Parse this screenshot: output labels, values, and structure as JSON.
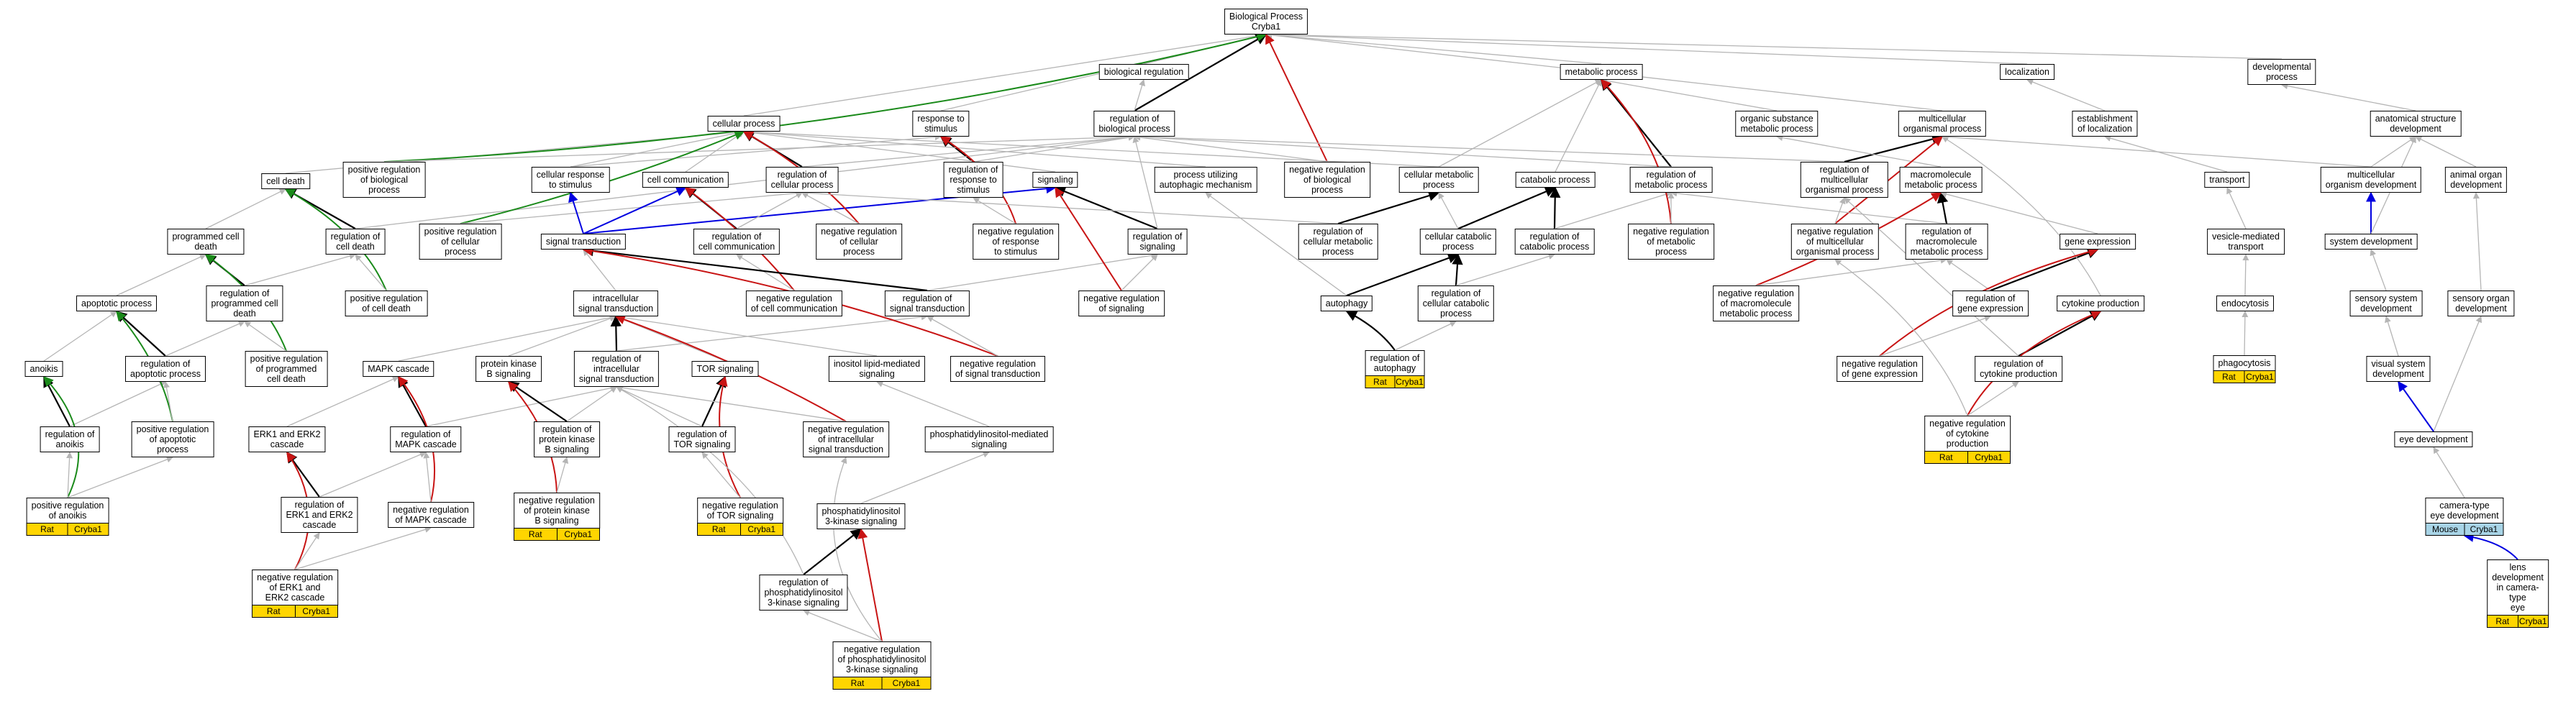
{
  "colors": {
    "neutral": "#b5b5b5",
    "is_a": "#000000",
    "positive": "#1a8a1a",
    "negative": "#c81414",
    "regulates": "#0000e0",
    "rat": "#ffd500",
    "mouse": "#a8d4e6"
  },
  "nodes": {
    "bp": "Biological Process\nCryba1",
    "bioreg": "biological regulation",
    "metproc": "metabolic process",
    "localization": "localization",
    "devproc": "developmental\nprocess",
    "cellproc": "cellular process",
    "respstim": "response to\nstimulus",
    "regbp": "regulation of\nbiological process",
    "orgsub": "organic substance\nmetabolic process",
    "multorg": "multicellular\norganismal process",
    "estloc": "establishment\nof localization",
    "anatdev": "anatomical structure\ndevelopment",
    "celldeath": "cell death",
    "posregbp": "positive regulation\nof biological\nprocess",
    "cellresp": "cellular response\nto stimulus",
    "cellcomm": "cell communication",
    "regcellproc": "regulation of\ncellular process",
    "regresp": "regulation of\nresponse to\nstimulus",
    "signaling": "signaling",
    "autophmech": "process utilizing\nautophagic mechanism",
    "negregbp": "negative regulation\nof biological\nprocess",
    "cellmet": "cellular metabolic\nprocess",
    "catab": "catabolic process",
    "regmet": "regulation of\nmetabolic process",
    "regmultorg": "regulation of\nmulticellular\norganismal process",
    "macromet": "macromolecule\nmetabolic process",
    "transport": "transport",
    "multdev": "multicellular\norganism development",
    "animorg": "animal organ\ndevelopment",
    "pcd": "programmed cell\ndeath",
    "regcelldeath": "regulation of\ncell death",
    "posregcellproc": "positive regulation\nof cellular\nprocess",
    "sigtrans": "signal transduction",
    "regcellcomm": "regulation of\ncell communication",
    "negregcellproc": "negative regulation\nof cellular\nprocess",
    "negregresp": "negative regulation\nof response\nto stimulus",
    "regsig": "regulation of\nsignaling",
    "regcellmet": "regulation of\ncellular metabolic\nprocess",
    "cellcat": "cellular catabolic\nprocess",
    "regcat": "regulation of\ncatabolic process",
    "negregmet": "negative regulation\nof metabolic\nprocess",
    "negregmultorg": "negative regulation\nof multicellular\norganismal process",
    "regmacromet": "regulation of\nmacromolecule\nmetabolic process",
    "geneexp": "gene expression",
    "vesicle": "vesicle-mediated\ntransport",
    "sysdev": "system development",
    "apop": "apoptotic process",
    "regpcd": "regulation of\nprogrammed cell\ndeath",
    "posregcelldeath": "positive regulation\nof cell death",
    "intrasig": "intracellular\nsignal transduction",
    "negregcellcomm": "negative regulation\nof cell communication",
    "regsigtrans": "regulation of\nsignal transduction",
    "negregsig": "negative regulation\nof signaling",
    "autophagy": "autophagy",
    "regcellcat": "regulation of\ncellular catabolic\nprocess",
    "negregmacromet": "negative regulation\nof macromolecule\nmetabolic process",
    "reggeneexp": "regulation of\ngene expression",
    "cytprod": "cytokine production",
    "endocytosis": "endocytosis",
    "sensdev": "sensory system\ndevelopment",
    "sensorgdev": "sensory organ\ndevelopment",
    "anoikis": "anoikis",
    "regapop": "regulation of\napoptotic process",
    "posregpcd": "positive regulation\nof programmed\ncell death",
    "mapk": "MAPK cascade",
    "pkb": "protein kinase\nB signaling",
    "regintrasig": "regulation of\nintracellular\nsignal transduction",
    "tor": "TOR signaling",
    "inositol": "inositol lipid-mediated\nsignaling",
    "negregsigtrans": "negative regulation\nof signal transduction",
    "regautoph": "regulation of\nautophagy",
    "negreggeneexp": "negative regulation\nof gene expression",
    "regcytprod": "regulation of\ncytokine production",
    "phagocytosis": "phagocytosis",
    "visual": "visual system\ndevelopment",
    "reganoikis": "regulation of\nanoikis",
    "posregapop": "positive regulation\nof apoptotic\nprocess",
    "erk": "ERK1 and ERK2\ncascade",
    "regmapk": "regulation of\nMAPK cascade",
    "regpkb": "regulation of\nprotein kinase\nB signaling",
    "regtor": "regulation of\nTOR signaling",
    "negregintrasig": "negative regulation\nof intracellular\nsignal transduction",
    "pipmed": "phosphatidylinositol-mediated\nsignaling",
    "negregcytprod": "negative regulation\nof cytokine\nproduction",
    "eyedev": "eye development",
    "posreganoikis": "positive regulation\nof anoikis",
    "regerk": "regulation of\nERK1 and ERK2\ncascade",
    "negregmapk": "negative regulation\nof MAPK cascade",
    "negregpkb": "negative regulation\nof protein kinase\nB signaling",
    "negregtor": "negative regulation\nof TOR signaling",
    "pi3k": "phosphatidylinositol\n3-kinase signaling",
    "camdev": "camera-type\neye development",
    "negregerk": "negative regulation\nof ERK1 and\nERK2 cascade",
    "regpi3k": "regulation of\nphosphatidylinositol\n3-kinase signaling",
    "lensdev": "lens development\nin camera-type\neye",
    "negregpi3k": "negative regulation\nof phosphatidylinositol\n3-kinase signaling"
  },
  "annotations": {
    "regautoph": [
      "Rat",
      "Cryba1"
    ],
    "phagocytosis": [
      "Rat",
      "Cryba1"
    ],
    "negregcytprod": [
      "Rat",
      "Cryba1"
    ],
    "posreganoikis": [
      "Rat",
      "Cryba1"
    ],
    "negregpkb": [
      "Rat",
      "Cryba1"
    ],
    "negregtor": [
      "Rat",
      "Cryba1"
    ],
    "camdev": [
      "Mouse",
      "Cryba1"
    ],
    "negregerk": [
      "Rat",
      "Cryba1"
    ],
    "lensdev": [
      "Rat",
      "Cryba1"
    ],
    "negregpi3k": [
      "Rat",
      "Cryba1"
    ]
  }
}
